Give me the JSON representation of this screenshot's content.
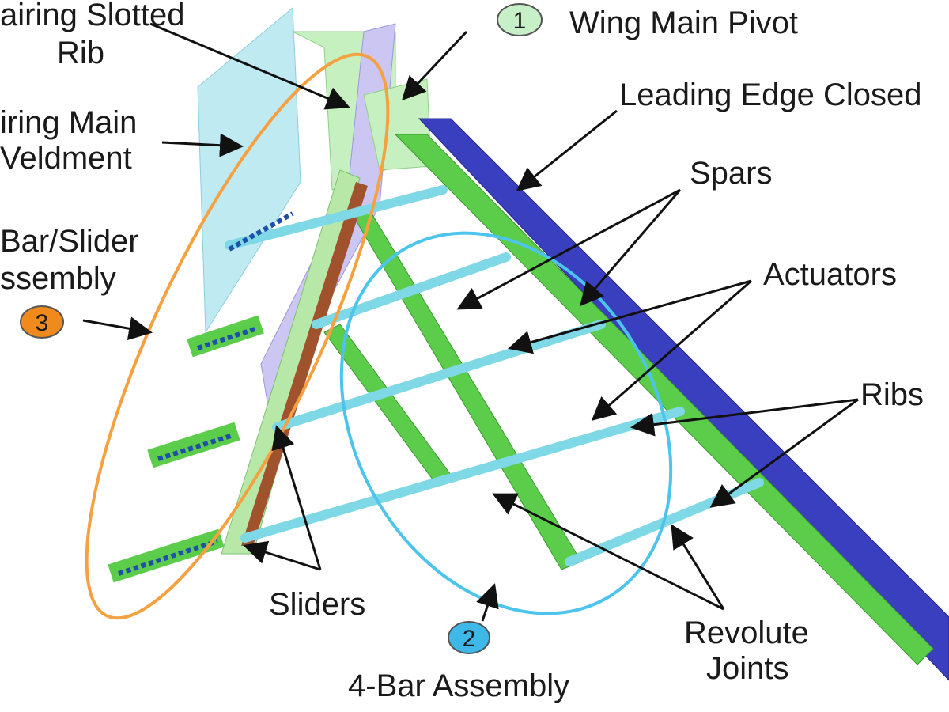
{
  "labels": {
    "fairing_rib_1": "airing Slotted",
    "fairing_rib_2": "Rib",
    "fairing_main_1": "iring Main",
    "fairing_main_2": "Veldment",
    "bar_slider_1": "Bar/Slider",
    "bar_slider_2": "ssembly",
    "wing_pivot": "Wing Main Pivot",
    "leading_edge": "Leading Edge Closed",
    "spars": "Spars",
    "actuators": "Actuators",
    "ribs": "Ribs",
    "sliders": "Sliders",
    "four_bar": "4-Bar Assembly",
    "revolute_1": "Revolute",
    "revolute_2": "Joints"
  },
  "badges": {
    "one": "1",
    "two": "2",
    "three": "3"
  },
  "colors": {
    "leading_edge": "#3a3fc0",
    "spar_green": "#5ccd4a",
    "rib_cyan": "#7fd8e6",
    "fairing_green": "#b8ecb0",
    "fairing_purple": "#c9c4f0",
    "slider_brown": "#a0522d",
    "ellipse_orange": "#f5a142",
    "ellipse_cyan": "#4cc4ec",
    "badge1": "#c8f0c8",
    "badge2": "#3db8e8",
    "badge3": "#f08a1c"
  }
}
